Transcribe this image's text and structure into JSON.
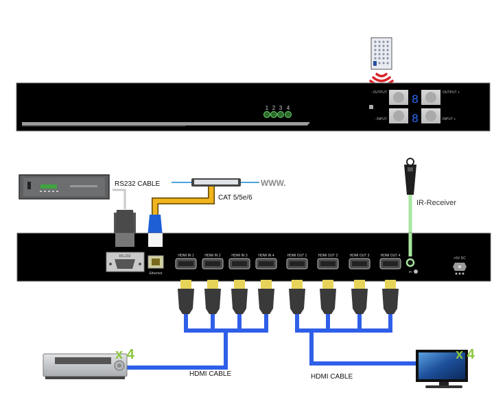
{
  "front_panel": {
    "led_labels": [
      "1",
      "2",
      "3",
      "4"
    ],
    "output_minus_label": "- OUTPUT",
    "output_plus_label": "OUTPUT +",
    "input_minus_label": "- INPUT",
    "input_plus_label": "INPUT +",
    "output_display": "8",
    "input_display": "8"
  },
  "connections": {
    "rs232_label": "RS232 CABLE",
    "cat_label": "CAT 5/5e/6",
    "www_label": "WWW.",
    "ir_receiver_label": "IR-Receiver",
    "hdmi_cable_left_label": "HDMI CABLE",
    "hdmi_cable_right_label": "HDMI CABLE",
    "source_multiplier": "x 4",
    "display_multiplier": "x 4"
  },
  "rear_panel": {
    "rs232_port_label": "RS-232",
    "ethernet_label": "Ethernet",
    "hdmi_inputs": [
      "HDMI IN 1",
      "HDMI IN 2",
      "HDMI IN 3",
      "HDMI IN 4"
    ],
    "hdmi_outputs": [
      "HDMI OUT 1",
      "HDMI OUT 2",
      "HDMI OUT 3",
      "HDMI OUT 4"
    ],
    "ir_port_label": "IR",
    "power_label": "+5V DC"
  },
  "colors": {
    "chassis": "#000000",
    "hdmi_cable": "#2f5fe8",
    "hdmi_tip": "#e6d35a",
    "hdmi_plug": "#3a3a3a",
    "cat_cable": "#f0b41e",
    "rj45_plug": "#1f5fd6",
    "ir_cable": "#a8e6a0",
    "ir_signal": "#d9232a",
    "led_display": "#2a6cff",
    "multiplier": "#8cc63f",
    "link_line": "#4aa3df"
  }
}
